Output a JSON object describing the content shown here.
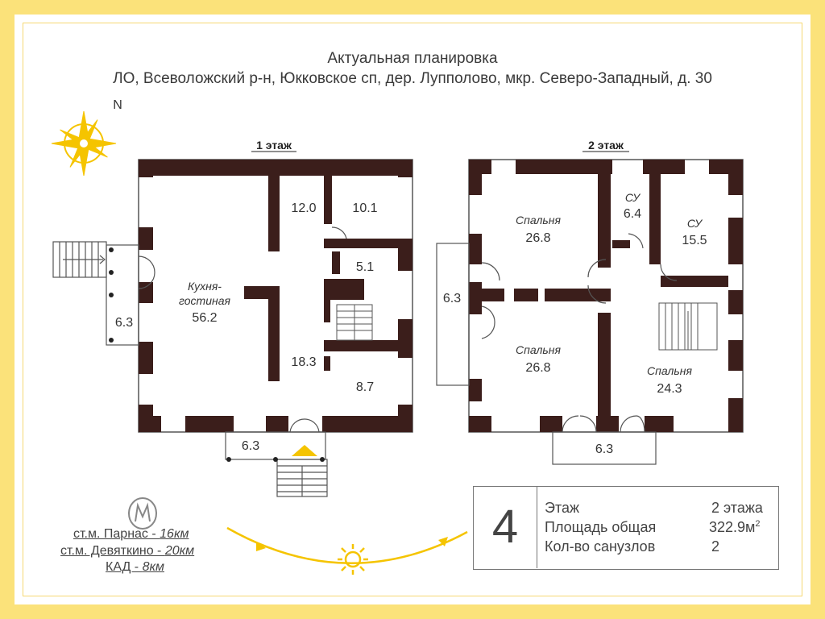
{
  "header": {
    "title": "Актуальная планировка",
    "address": "ЛО, Всеволожский р-н, Юкковское сп, дер. Лупполово, мкр. Северо-Западный, д. 30"
  },
  "compass": {
    "north_label": "N"
  },
  "floor1": {
    "label": "1 этаж",
    "rooms": {
      "kitchen_line1": "Кухня-",
      "kitchen_line2": "гостиная",
      "kitchen_area": "56.2",
      "porch_left": "6.3",
      "room_12": "12.0",
      "room_10": "10.1",
      "room_5": "5.1",
      "hall": "18.3",
      "room_8": "8.7",
      "porch_bottom": "6.3"
    }
  },
  "floor2": {
    "label": "2 этаж",
    "rooms": {
      "bed1_label": "Спальня",
      "bed1_area": "26.8",
      "bath1_label": "СУ",
      "bath1_area": "6.4",
      "bath2_label": "СУ",
      "bath2_area": "15.5",
      "balcony_left": "6.3",
      "bed2_label": "Спальня",
      "bed2_area": "26.8",
      "bed3_label": "Спальня",
      "bed3_area": "24.3",
      "balcony_bottom": "6.3"
    }
  },
  "info": {
    "rooms_count": "4",
    "floor_label": "Этаж",
    "floor_value": "2 этажа",
    "area_label": "Площадь общая",
    "area_value": "322.9м",
    "area_sup": "2",
    "bath_label": "Кол-во санузлов",
    "bath_value": "2"
  },
  "transport": {
    "metro1": "ст.м. Парнас - ",
    "metro1_dist": "16км",
    "metro2": "ст.м. Девяткино - ",
    "metro2_dist": "20км",
    "kad": "КАД - ",
    "kad_dist": "8км"
  },
  "colors": {
    "frame": "#fbe27a",
    "wall": "#3b1e1b",
    "sun": "#f5c400"
  }
}
